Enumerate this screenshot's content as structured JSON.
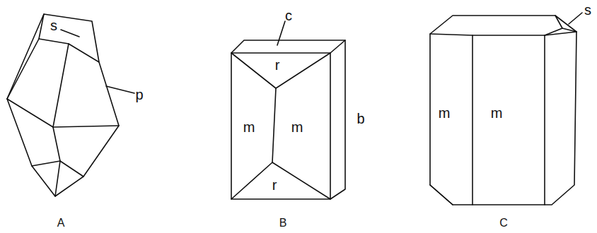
{
  "diagram": {
    "labels": [
      "s",
      "p",
      "A",
      "c",
      "r",
      "m",
      "m",
      "b",
      "r",
      "B",
      "m",
      "m",
      "s",
      "C"
    ]
  }
}
